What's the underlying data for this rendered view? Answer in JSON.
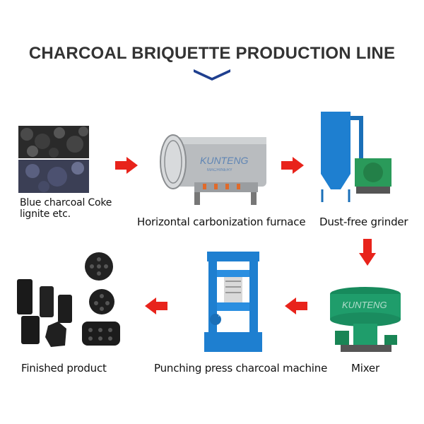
{
  "title": "CHARCOAL BRIQUETTE PRODUCTION LINE",
  "brand_watermark": "KUNTENG",
  "brand_watermark_sub": "MACHINERY",
  "steps": [
    {
      "label_line1": "Blue charcoal Coke",
      "label_line2": "lignite etc."
    },
    {
      "label": "Horizontal carbonization furnace"
    },
    {
      "label": "Dust-free grinder"
    },
    {
      "label": "Mixer"
    },
    {
      "label": "Punching press charcoal machine"
    },
    {
      "label": "Finished product"
    }
  ],
  "colors": {
    "arrow": "#e8231b",
    "chevron": "#1f3f8f",
    "machine_blue": "#1e7fd0",
    "mixer_green": "#1f9d6b",
    "furnace_gray": "#b9bcbf"
  }
}
